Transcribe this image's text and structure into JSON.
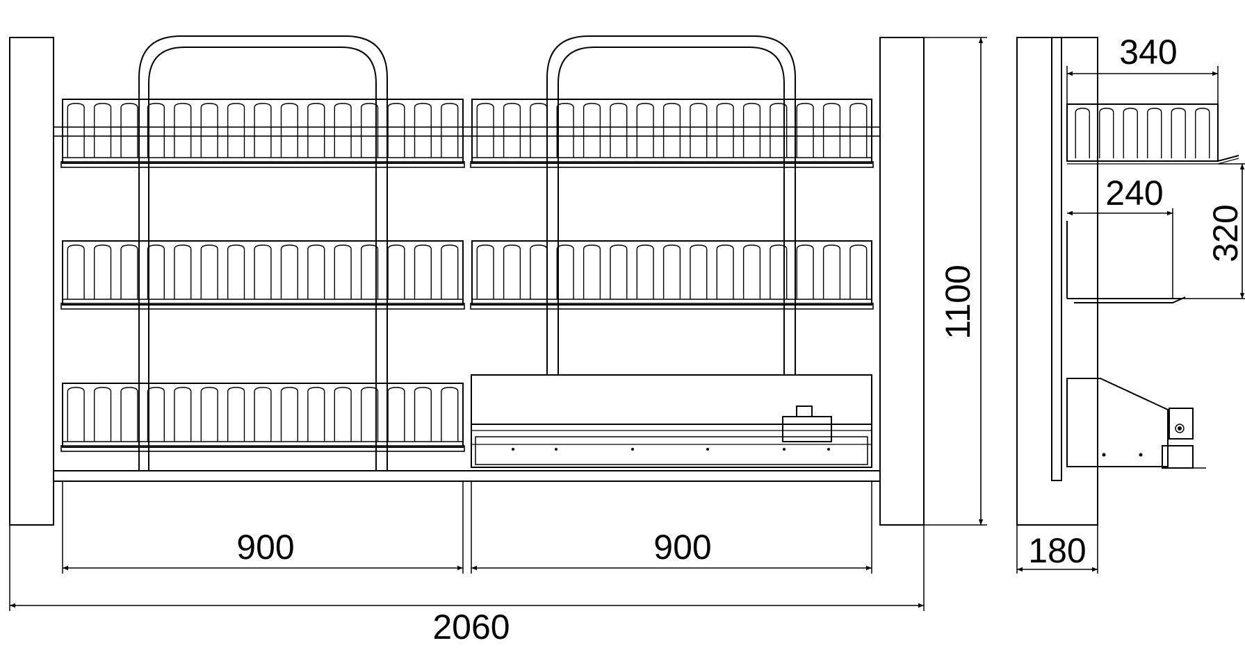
{
  "dimensions": {
    "left_section_width": "900",
    "right_section_width": "900",
    "overall_width": "2060",
    "overall_height": "1100",
    "side_depth": "180",
    "top_shelf_depth": "340",
    "lower_shelf_depth": "240",
    "shelf_spacing": "320"
  }
}
